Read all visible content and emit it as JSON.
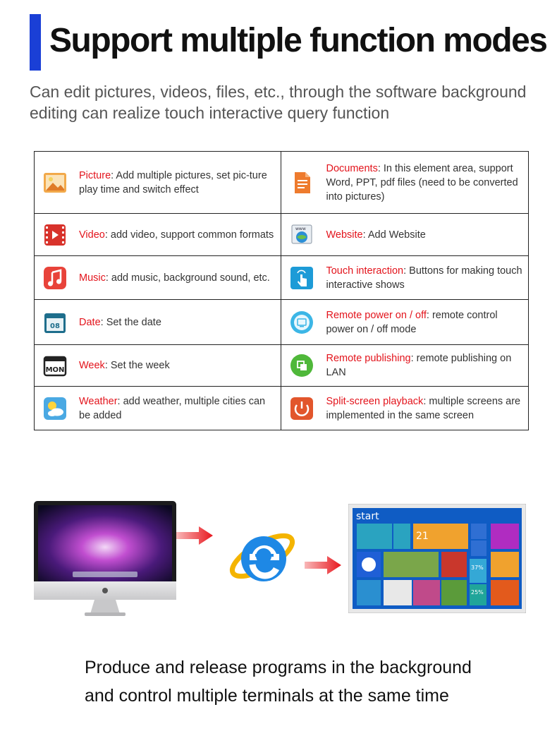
{
  "header": {
    "title": "Support multiple function modes",
    "subtitle": "Can edit pictures, videos, files, etc., through the software background editing can realize touch interactive query function"
  },
  "features": [
    {
      "icon": "picture-icon",
      "key": "Picture",
      "desc": ": Add multiple pictures, set pic-ture play time and switch effect"
    },
    {
      "icon": "documents-icon",
      "key": "Documents",
      "desc": ": In this element area, support Word, PPT, pdf files (need to be converted into pictures)"
    },
    {
      "icon": "video-icon",
      "key": "Video",
      "desc": ": add video, support common formats"
    },
    {
      "icon": "website-icon",
      "key": "Website",
      "desc": ": Add Website"
    },
    {
      "icon": "music-icon",
      "key": "Music",
      "desc": ": add music, background sound, etc."
    },
    {
      "icon": "touch-icon",
      "key": "Touch interaction",
      "desc": ": Buttons for making touch interactive shows"
    },
    {
      "icon": "calendar-icon",
      "key": "Date",
      "desc": ": Set the date",
      "badge": "08"
    },
    {
      "icon": "remote-power-icon",
      "key": "Remote power on / off",
      "desc": ": remote control power on / off mode"
    },
    {
      "icon": "week-icon",
      "key": "Week",
      "desc": ": Set the week",
      "badge": "MON"
    },
    {
      "icon": "publish-icon",
      "key": "Remote publishing",
      "desc": ": remote publishing on LAN"
    },
    {
      "icon": "weather-icon",
      "key": "Weather",
      "desc": ": add weather, multiple cities can be added"
    },
    {
      "icon": "split-screen-icon",
      "key": "Split-screen playback",
      "desc": ": multiple screens are implemented in the same screen"
    }
  ],
  "diagram": {
    "tablet_start": "start",
    "tablet_tile_date": "21",
    "tablet_tile_pct1": "37%",
    "tablet_tile_pct2": "25%"
  },
  "footer": {
    "line1": "Produce and release programs in the background",
    "line2": "and control multiple terminals at the same time"
  },
  "colors": {
    "accent": "#1a3fd6",
    "keyword": "#e3141c",
    "arrow": "#e8171e"
  }
}
